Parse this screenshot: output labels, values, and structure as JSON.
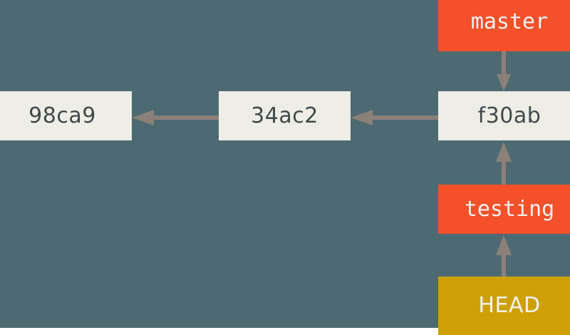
{
  "diagram": {
    "title": "git-branch-head-diagram",
    "background_color": "#4d6a73",
    "commit_color": "#eeeee6",
    "commit_text_color": "#3f4a4a",
    "branch_color": "#f4502a",
    "head_color": "#cfa005",
    "ref_text_color": "#f2f2f0",
    "arrow_color": "#8b8178"
  },
  "commits": [
    {
      "id": "98ca9",
      "label": "98ca9"
    },
    {
      "id": "34ac2",
      "label": "34ac2"
    },
    {
      "id": "f30ab",
      "label": "f30ab"
    }
  ],
  "refs": [
    {
      "id": "master",
      "label": "master",
      "type": "branch"
    },
    {
      "id": "testing",
      "label": "testing",
      "type": "branch"
    },
    {
      "id": "head",
      "label": "HEAD",
      "type": "head"
    }
  ],
  "arrows": [
    {
      "id": "master-to-f30ab",
      "from": "master",
      "to": "f30ab",
      "direction": "down"
    },
    {
      "id": "f30ab-to-34ac2",
      "from": "f30ab",
      "to": "34ac2",
      "direction": "left"
    },
    {
      "id": "34ac2-to-98ca9",
      "from": "34ac2",
      "to": "98ca9",
      "direction": "left"
    },
    {
      "id": "testing-to-f30ab",
      "from": "testing",
      "to": "f30ab",
      "direction": "up"
    },
    {
      "id": "head-to-testing",
      "from": "head",
      "to": "testing",
      "direction": "up"
    }
  ]
}
